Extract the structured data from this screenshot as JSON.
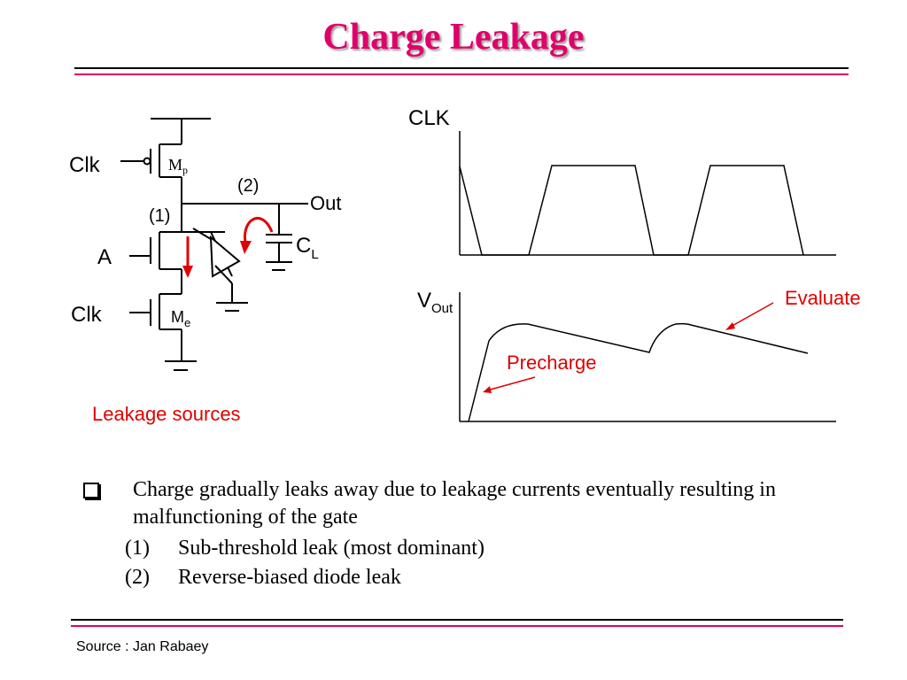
{
  "title": "Charge Leakage",
  "colors": {
    "title": "#e0006a",
    "accent": "#e0006a",
    "arrow": "#e00000",
    "line": "#000000"
  },
  "circuit": {
    "clk_top": "Clk",
    "mp": "M",
    "mp_sub": "p",
    "label_1": "(1)",
    "label_2": "(2)",
    "out": "Out",
    "a": "A",
    "cl": "C",
    "cl_sub": "L",
    "clk_bottom": "Clk",
    "me": "M",
    "me_sub": "e",
    "caption": "Leakage sources"
  },
  "waveforms": {
    "clk_label": "CLK",
    "vout_label": "V",
    "vout_sub": "Out",
    "evaluate": "Evaluate",
    "precharge": "Precharge"
  },
  "bullet": {
    "text": "Charge gradually leaks away due to leakage currents eventually resulting in malfunctioning of the gate",
    "items": [
      {
        "num": "(1)",
        "text": "Sub-threshold leak (most dominant)"
      },
      {
        "num": "(2)",
        "text": "Reverse-biased diode leak"
      }
    ]
  },
  "source": "Source : Jan Rabaey"
}
